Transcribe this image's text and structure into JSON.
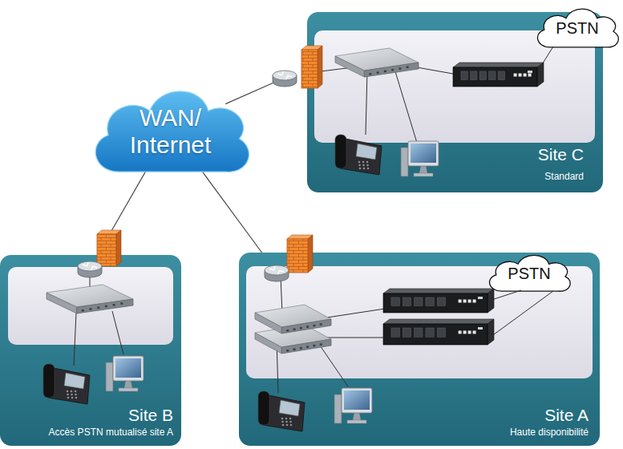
{
  "diagram": {
    "nodes": [
      {
        "text": [
          "WAN/ Internet"
        ]
      },
      {
        "text": [
          "Site C",
          "Standard"
        ]
      },
      {
        "text": [
          "PSTN"
        ]
      },
      {
        "text": [
          "Site B",
          "Accès PSTN mutualisé site A"
        ]
      },
      {
        "text": [
          "Site A",
          "Haute disponibilité"
        ]
      },
      {
        "text": [
          "PSTN"
        ]
      }
    ],
    "edges": [
      {
        "from": 0,
        "to": 1,
        "arrow": "none"
      },
      {
        "from": 0,
        "to": 3,
        "arrow": "none"
      },
      {
        "from": 0,
        "to": 4,
        "arrow": "none"
      }
    ]
  }
}
